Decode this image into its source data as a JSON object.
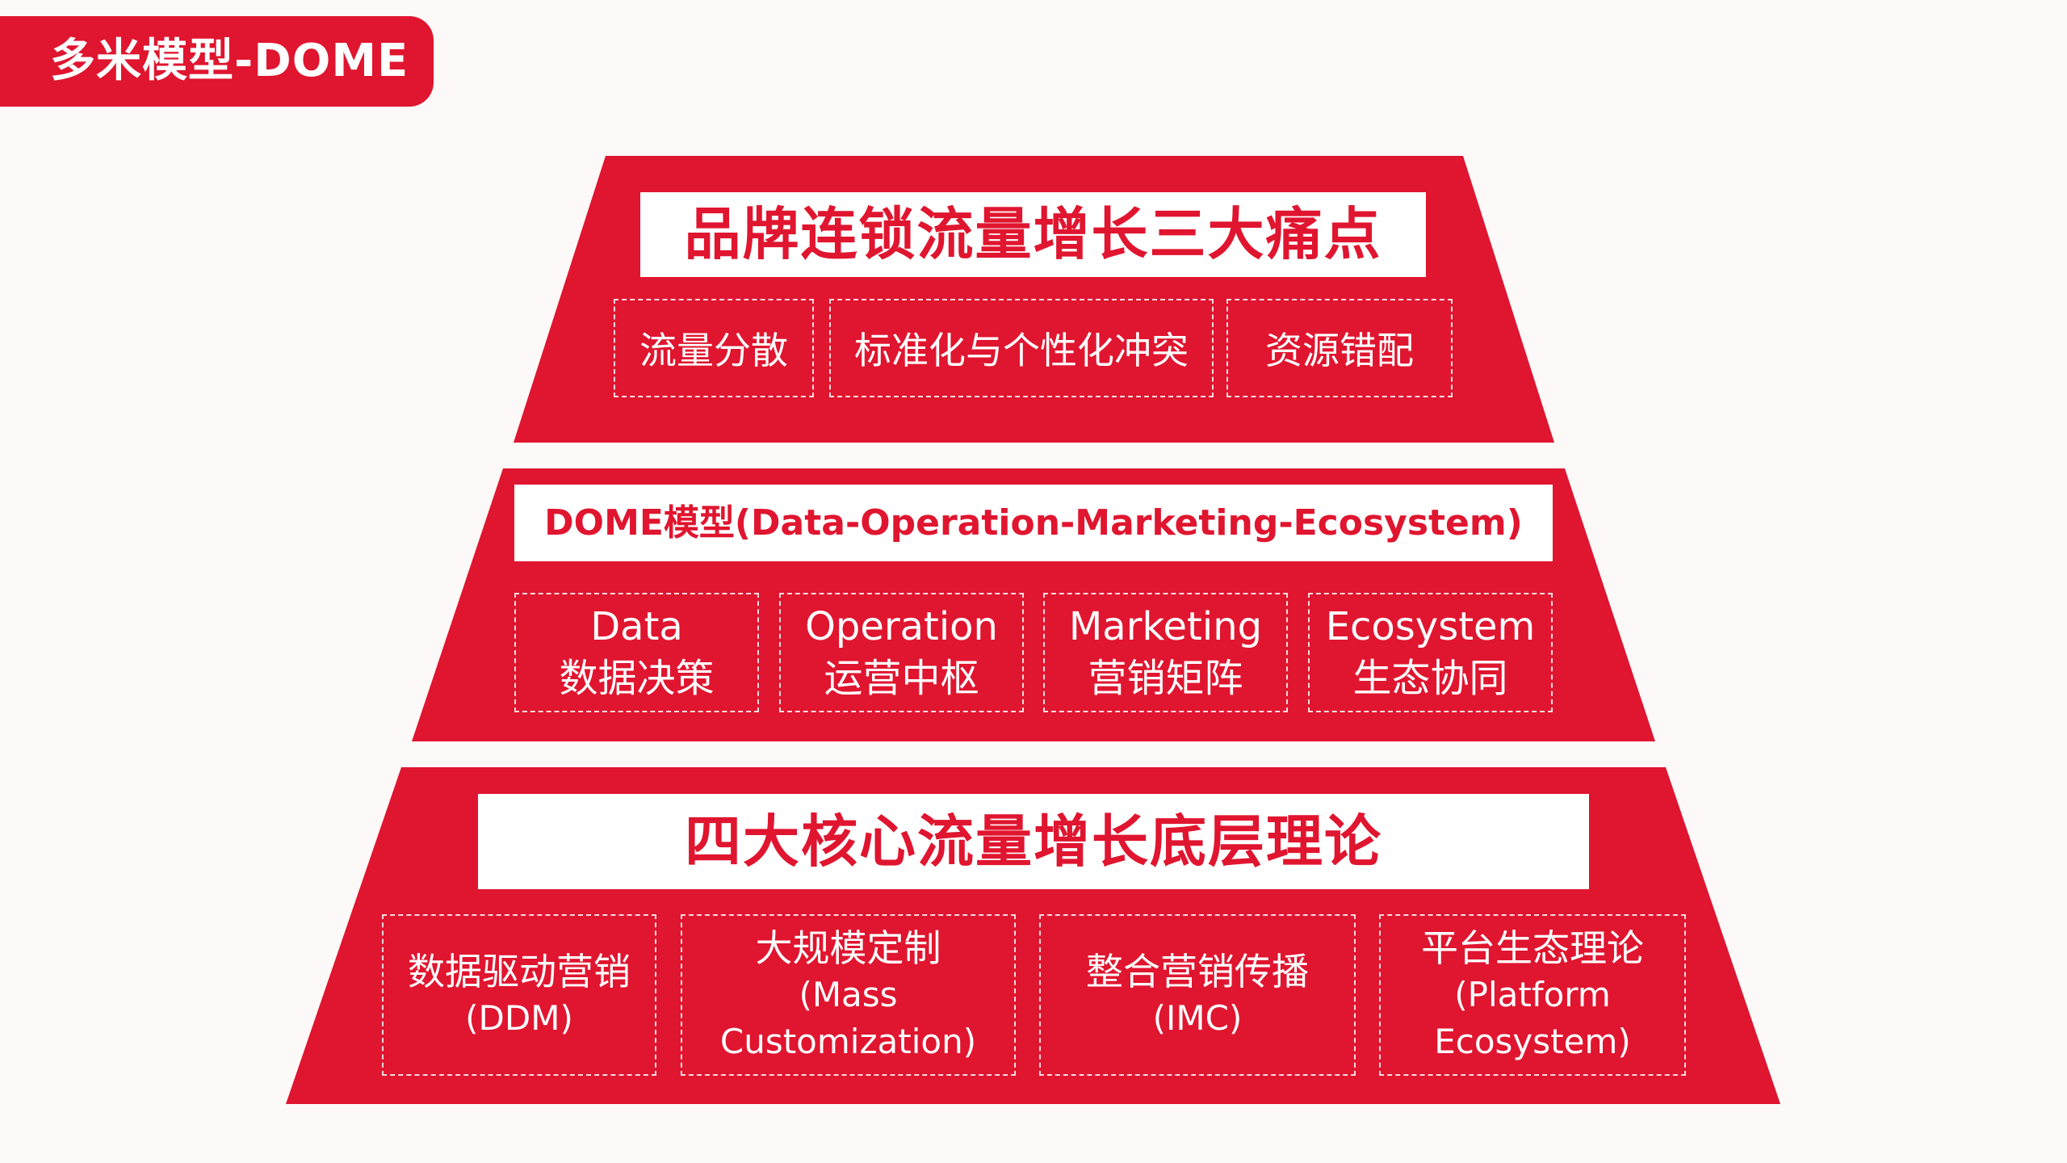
{
  "header": {
    "title": "多米模型-DOME"
  },
  "pyramid": {
    "fill_color": "#e0152f",
    "tier1": {
      "heading": "品牌连锁流量增长三大痛点",
      "items": [
        "流量分散",
        "标准化与个性化冲突",
        "资源错配"
      ]
    },
    "tier2": {
      "heading": "DOME模型(Data-Operation-Marketing-Ecosystem)",
      "items": [
        {
          "line1": "Data",
          "line2": "数据决策"
        },
        {
          "line1": "Operation",
          "line2": "运营中枢"
        },
        {
          "line1": "Marketing",
          "line2": "营销矩阵"
        },
        {
          "line1": "Ecosystem",
          "line2": "生态协同"
        }
      ]
    },
    "tier3": {
      "heading": "四大核心流量增长底层理论",
      "items": [
        {
          "line1": "数据驱动营销",
          "line2": "(DDM)",
          "line3": ""
        },
        {
          "line1": "大规模定制",
          "line2": "(Mass",
          "line3": "Customization)"
        },
        {
          "line1": "整合营销传播",
          "line2": "(IMC)",
          "line3": ""
        },
        {
          "line1": "平台生态理论",
          "line2": "(Platform",
          "line3": "Ecosystem)"
        }
      ]
    }
  }
}
